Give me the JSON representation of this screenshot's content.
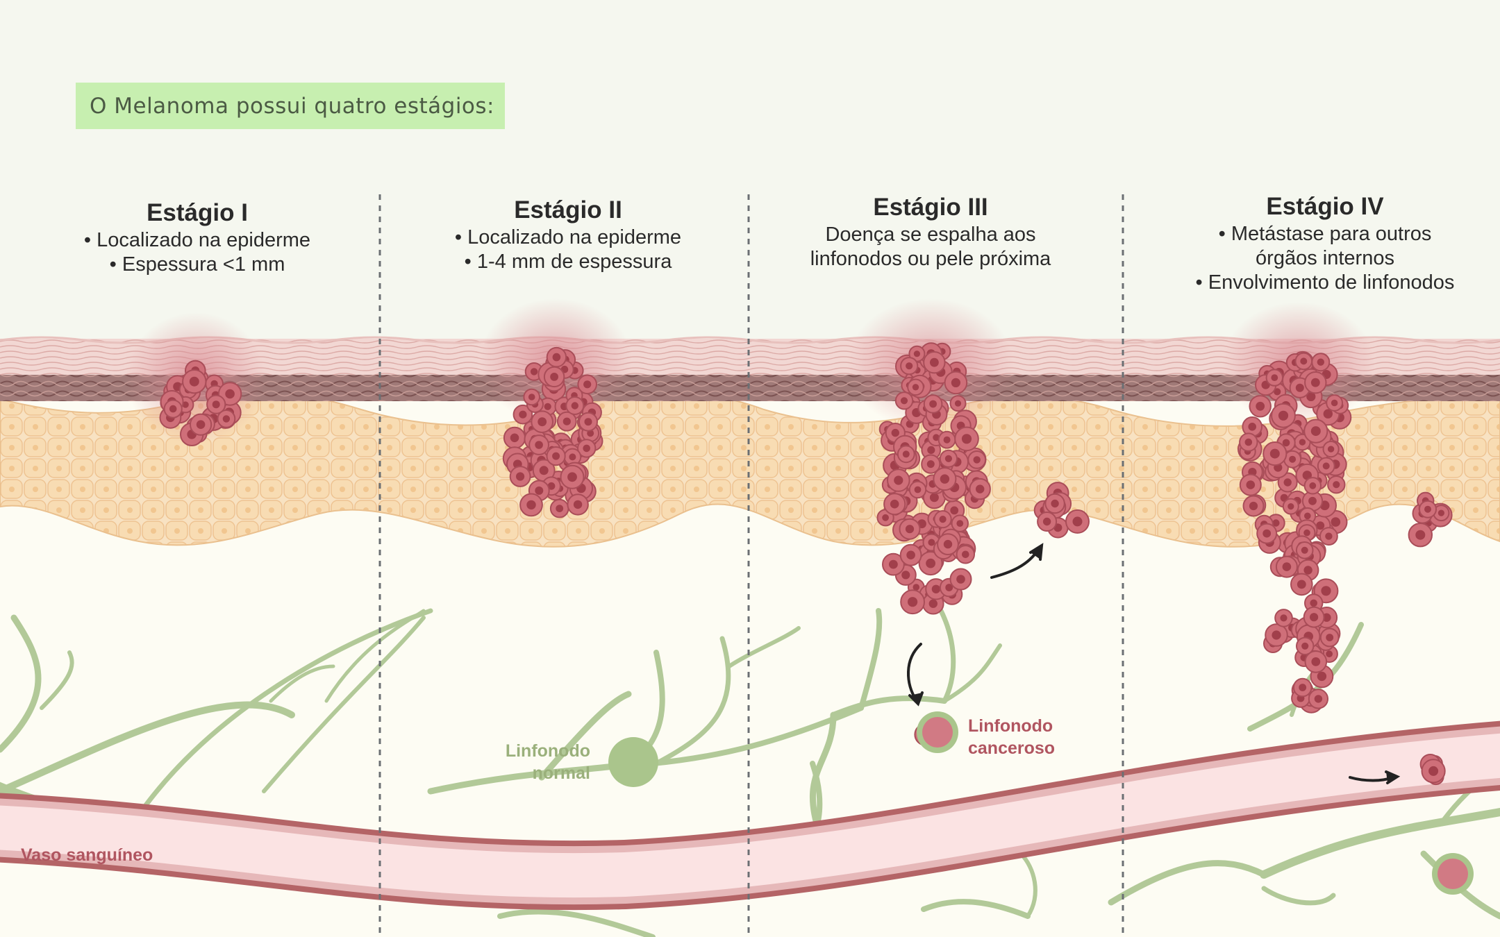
{
  "intro": {
    "text": "O Melanoma possui quatro estágios:"
  },
  "stages": [
    {
      "title": "Estágio I",
      "lines": [
        "• Localizado na epiderme",
        "• Espessura <1 mm"
      ]
    },
    {
      "title": "Estágio II",
      "lines": [
        "• Localizado na epiderme",
        "• 1-4 mm de espessura"
      ]
    },
    {
      "title": "Estágio III",
      "lines": [
        "Doença se espalha aos",
        "linfonodos ou pele próxima"
      ]
    },
    {
      "title": "Estágio IV",
      "lines": [
        "• Metástase para outros",
        "órgãos internos",
        "• Envolvimento de linfonodos"
      ]
    }
  ],
  "labels": {
    "normal_node": [
      "Linfonodo",
      "normal"
    ],
    "cancer_node": [
      "Linfonodo",
      "canceroso"
    ],
    "vessel": "Vaso sanguíneo"
  },
  "colors": {
    "background": "#f5f7ef",
    "intro_box": "#c7efb0",
    "tumor": "#c9626c",
    "lymph": "#aac58c",
    "vessel": "#b46466",
    "skin": "#f6dcb6"
  }
}
